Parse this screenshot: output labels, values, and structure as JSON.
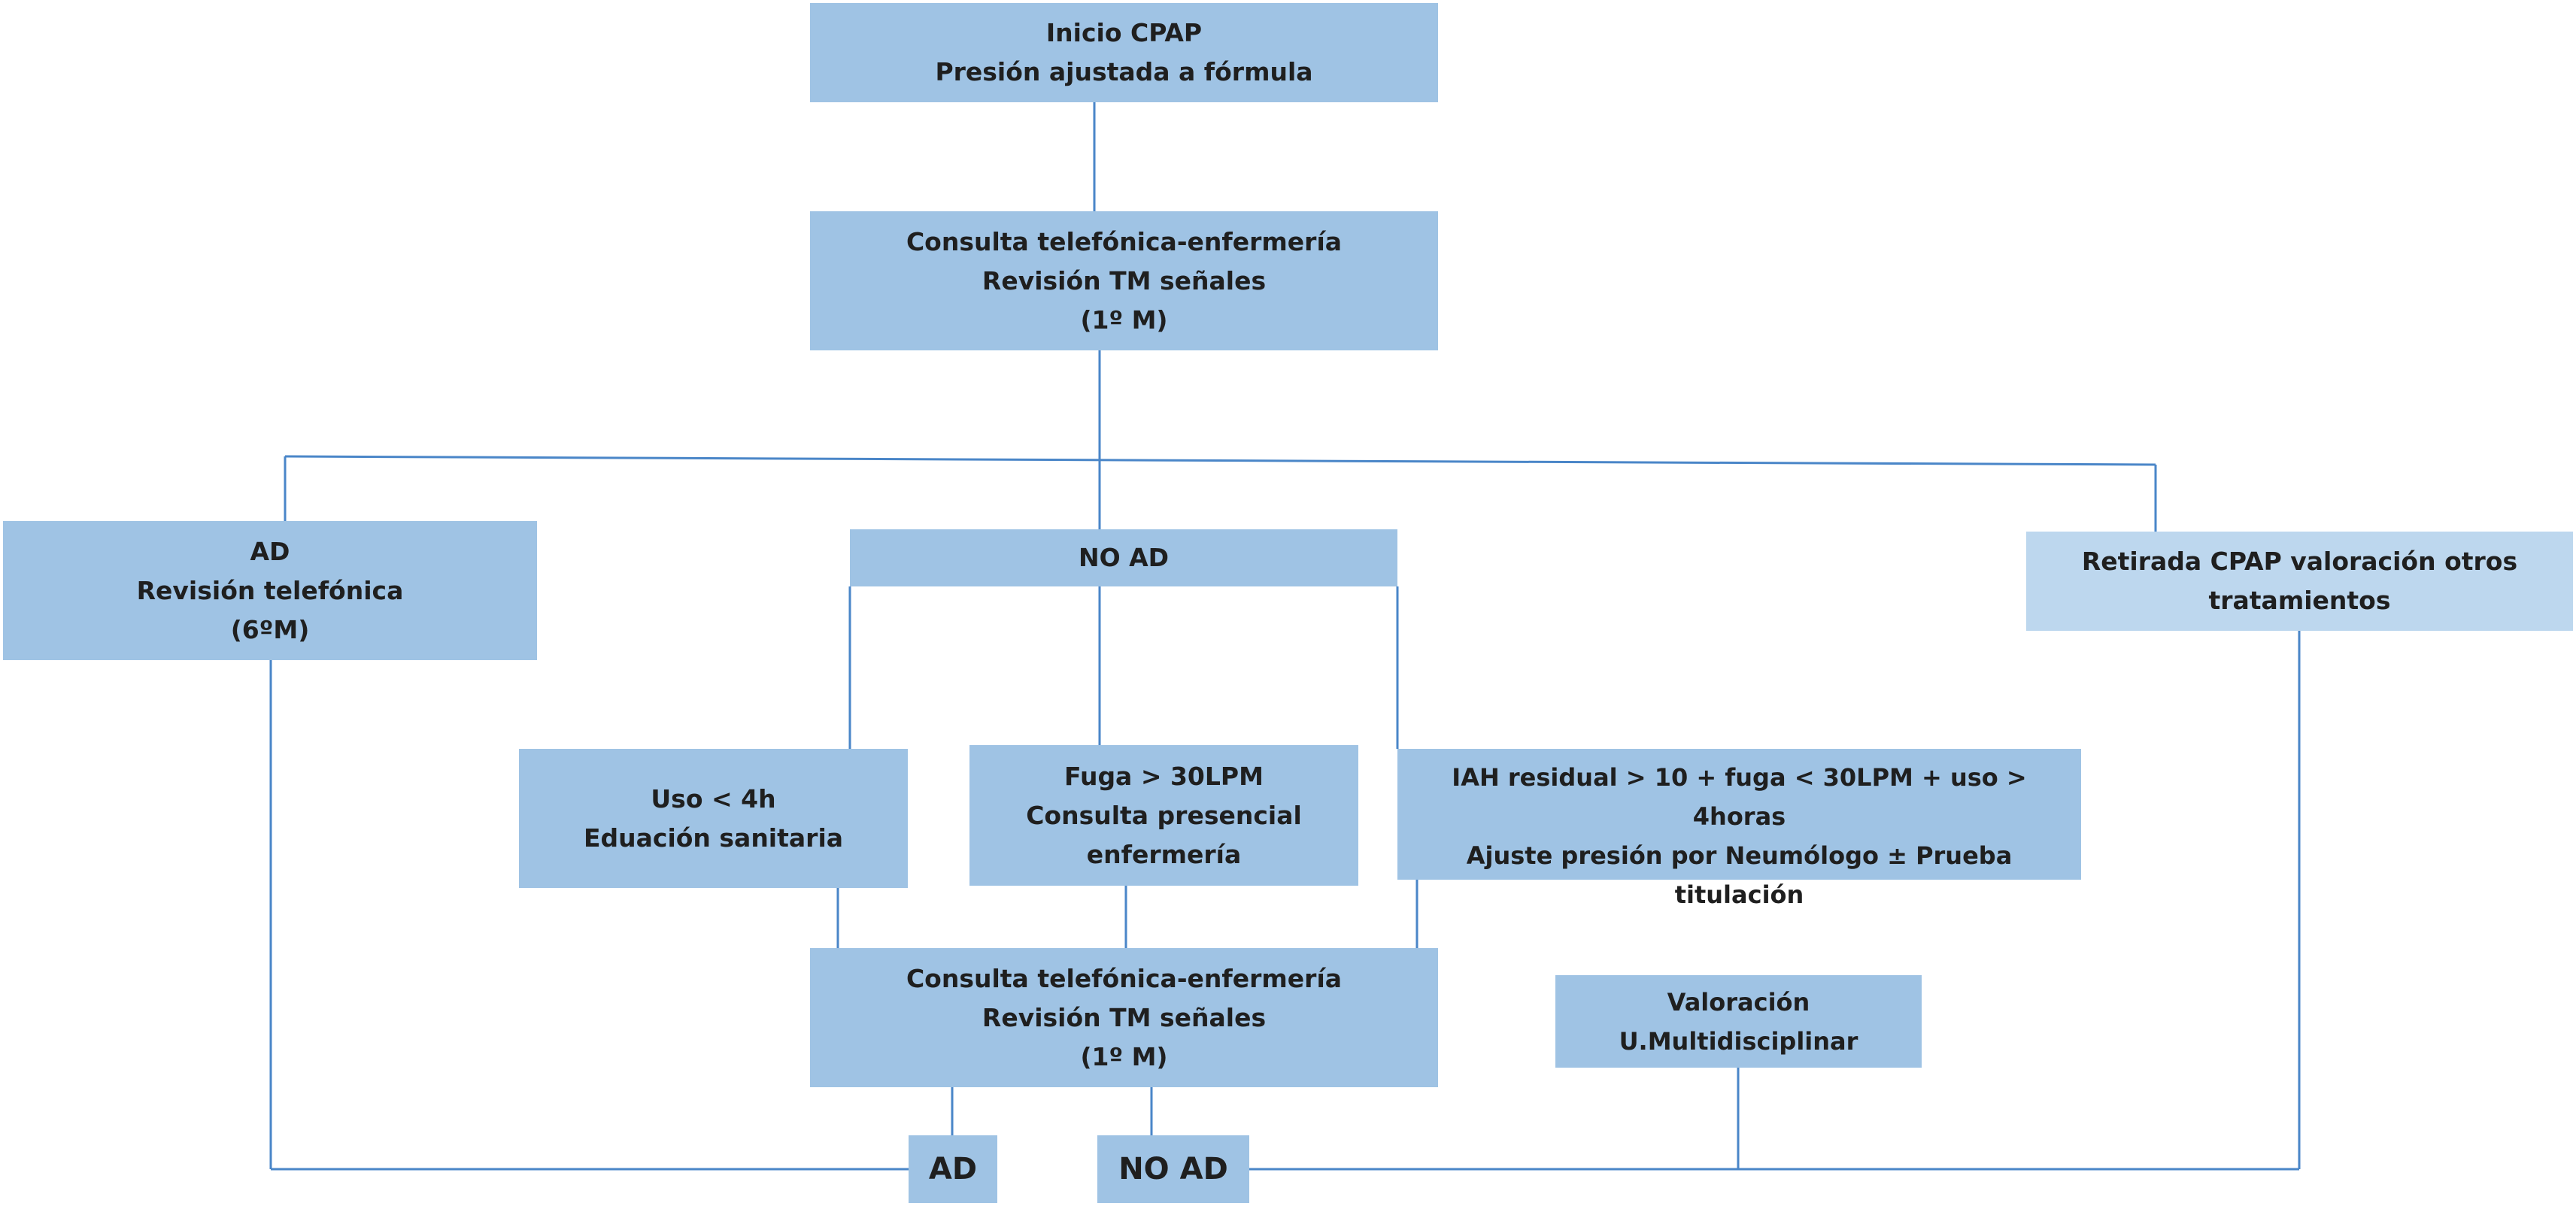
{
  "diagram": {
    "nodes": {
      "start": "Inicio CPAP\nPresión ajustada a fórmula",
      "consult1": "Consulta telefónica-enfermería\nRevisión TM señales\n(1º M)",
      "ad_review": "AD\nRevisión telefónica\n(6ºM)",
      "no_ad": "NO AD",
      "withdraw": "Retirada CPAP  valoración otros\ntratamientos",
      "use_lt4": "Uso < 4h\nEduación sanitaria",
      "leak": "Fuga > 30LPM\nConsulta presencial\nenfermería",
      "iah": "IAH residual > 10 + fuga < 30LPM + uso > 4horas\nAjuste presión por Neumólogo ± Prueba titulación",
      "consult2": "Consulta telefónica-enfermería\nRevisión TM señales\n(1º M)",
      "multidisciplinary": "Valoración\nU.Multidisciplinar",
      "ad_final": "AD",
      "no_ad_final": "NO AD"
    },
    "colors": {
      "box": "#9fc3e4",
      "box_light": "#bdd7ee",
      "connector": "#4a86c8",
      "text": "#1f1f1f"
    }
  }
}
